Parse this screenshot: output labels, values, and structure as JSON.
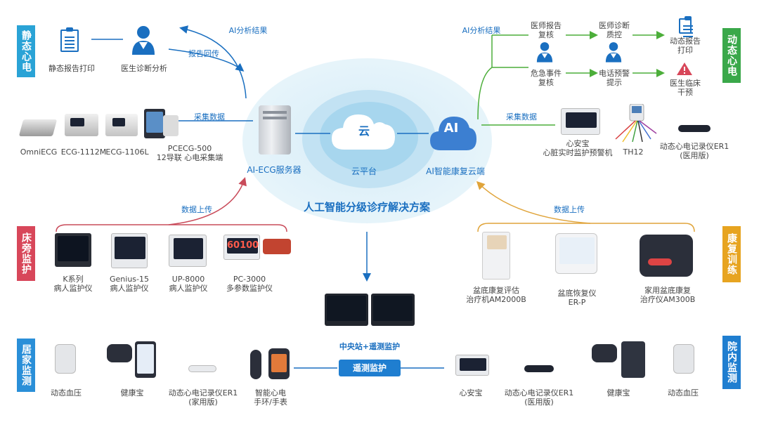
{
  "center": {
    "server_label": "AI-ECG服务器",
    "cloud_glyph": "云",
    "cloud_label": "云平台",
    "ai_glyph": "AI",
    "ai_label": "AI智能康复云端",
    "title": "人工智能分级诊疗解决方案"
  },
  "static_ecg": {
    "tag": "静态心电",
    "print_label": "静态报告打印",
    "doctor_label": "医生诊断分析",
    "ai_result": "AI分析结果",
    "report_return": "报告回传",
    "collect": "采集数据",
    "devices": [
      {
        "label": "OmniECG"
      },
      {
        "label": "ECG-1112M"
      },
      {
        "label": "ECG-1106L"
      },
      {
        "label": "PCECG-500\n12导联 心电采集端"
      }
    ]
  },
  "dynamic_ecg": {
    "tag": "动态心电",
    "ai_result": "AI分析结果",
    "doctor_review": "医师报告\n复核",
    "doctor_qc": "医师诊断\n质控",
    "report_print": "动态报告\n打印",
    "emergency_review": "危急事件\n复核",
    "phone_alert": "电话预警\n提示",
    "clinical_intervention": "医生临床\n干预",
    "collect": "采集数据",
    "devices": [
      {
        "label": "心安宝\n心脏实时监护预警机"
      },
      {
        "label": "TH12"
      },
      {
        "label": "动态心电记录仪ER1\n(医用版)"
      }
    ]
  },
  "bedside": {
    "tag": "床旁监护",
    "upload": "数据上传",
    "devices": [
      {
        "label": "K系列\n病人监护仪"
      },
      {
        "label": "Genius-15\n病人监护仪"
      },
      {
        "label": "UP-8000\n病人监护仪"
      },
      {
        "label": "PC-3000\n多参数监护仪"
      }
    ],
    "pc3000_screen": "60100"
  },
  "rehab": {
    "tag": "康复训练",
    "upload": "数据上传",
    "devices": [
      {
        "label": "盆底康复评估\n治疗机AM2000B"
      },
      {
        "label": "盆底恢复仪\nER-P"
      },
      {
        "label": "家用盆底康复\n治疗仪AM300B"
      }
    ]
  },
  "central": {
    "label": "中央站+遥测监护",
    "remote_label": "遥测监护"
  },
  "home": {
    "tag": "居家监测",
    "devices": [
      {
        "label": "动态血压"
      },
      {
        "label": "健康宝"
      },
      {
        "label": "动态心电记录仪ER1\n(家用版)"
      },
      {
        "label": "智能心电\n手环/手表"
      }
    ]
  },
  "hospital": {
    "tag": "院内监测",
    "devices": [
      {
        "label": "心安宝"
      },
      {
        "label": "动态心电记录仪ER1\n(医用版)"
      },
      {
        "label": "健康宝"
      },
      {
        "label": "动态血压"
      }
    ]
  },
  "colors": {
    "static_tag": "#2aa3d6",
    "dynamic_tag": "#3aa84a",
    "bedside_tag": "#d8475a",
    "rehab_tag": "#e7a420",
    "home_tag": "#2a8fd8",
    "hospital_tag": "#1f7ed0",
    "remote_button": "#1f7ed0"
  }
}
